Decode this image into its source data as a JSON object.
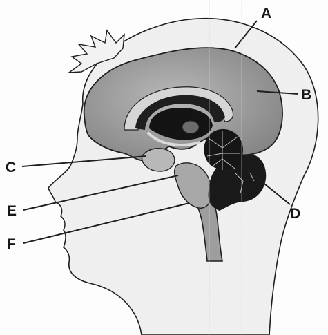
{
  "diagram": {
    "labels": {
      "A": "A",
      "B": "B",
      "C": "C",
      "D": "D",
      "E": "E",
      "F": "F"
    }
  },
  "colors": {
    "ink": "#1a1a1a",
    "skin_shade": "#e8e8e8",
    "brain_gray": "#9a9a9a",
    "dark": "#141414"
  }
}
